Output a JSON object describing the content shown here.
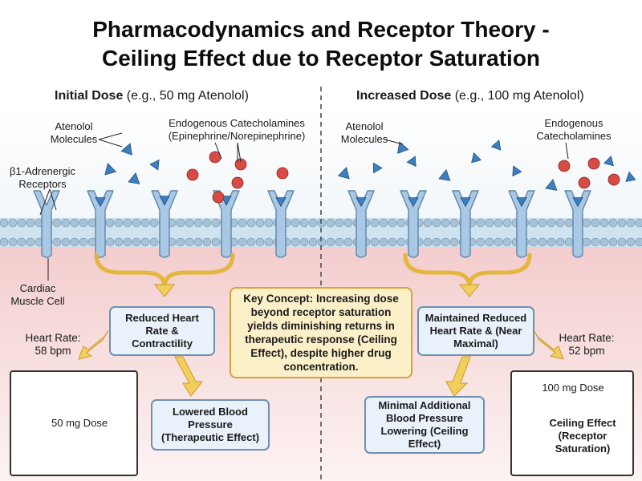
{
  "title_line1": "Pharmacodynamics and Receptor Theory -",
  "title_line2": "Ceiling Effect due to Receptor Saturation",
  "left": {
    "header_bold": "Initial Dose",
    "header_rest": " (e.g., 50 mg Atenolol)",
    "atenolol_label": "Atenolol Molecules",
    "catecholamine_label": "Endogenous Catecholamines (Epinephrine/Norepinephrine)",
    "receptor_label": "β1-Adrenergic Receptors",
    "cell_label": "Cardiac Muscle Cell",
    "effect_box": "Reduced Heart Rate & Contractility",
    "heart_rate": "Heart Rate: 58 bpm",
    "bp_box": "Lowered Blood Pressure (Therapeutic Effect)",
    "dose_point_label": "50 mg Dose"
  },
  "right": {
    "header_bold": "Increased Dose",
    "header_rest": " (e.g., 100 mg Atenolol)",
    "atenolol_label": "Atenolol Molecules",
    "catecholamine_label": "Endogenous Catecholamines",
    "effect_box": "Maintained Reduced Heart Rate & (Near Maximal)",
    "heart_rate": "Heart Rate: 52 bpm",
    "bp_box": "Minimal Additional Blood Pressure Lowering (Ceiling Effect)",
    "dose_point_label": "100 mg Dose",
    "ceiling_label": "Ceiling Effect (Receptor Saturation)"
  },
  "key_concept": "Key Concept: Increasing dose beyond receptor saturation yields diminishing returns in therapeutic response (Ceiling Effect), despite higher drug concentration.",
  "colors": {
    "receptor": "#a9c8e4",
    "receptor_stroke": "#5f86ad",
    "drug": "#3e7fbf",
    "catecholamine": "#d84a44",
    "membrane": "#b9d6e8",
    "cytoplasm": "#f6dcdc",
    "box_fill": "#e9f1fa",
    "key_fill": "#fbf0c8",
    "arrow": "#f2cf5b"
  },
  "icons": {
    "drug_molecule": "blue-triangle",
    "catecholamine_molecule": "red-circle",
    "receptor": "y-shaped-receptor"
  }
}
